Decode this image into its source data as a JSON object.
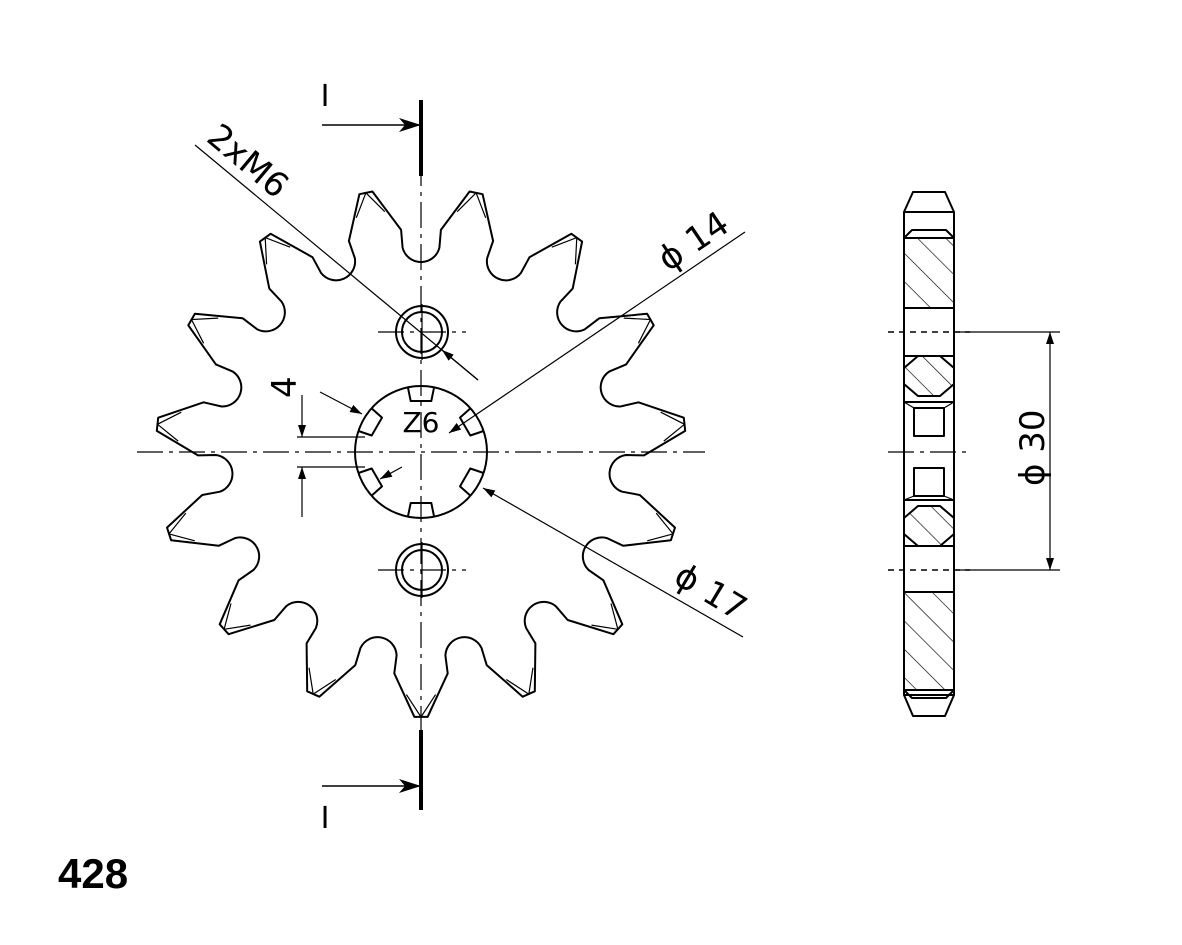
{
  "front_view": {
    "teeth": 15,
    "spline_label": "Z6",
    "bolt_label": "2xM6",
    "inner_diameter_label": "ϕ 14",
    "outer_diameter_label": "ϕ 17",
    "offset_label": "4"
  },
  "section_marker": "I",
  "side_view": {
    "bolt_circle_label": "ϕ 30"
  },
  "chain_pitch": "428"
}
